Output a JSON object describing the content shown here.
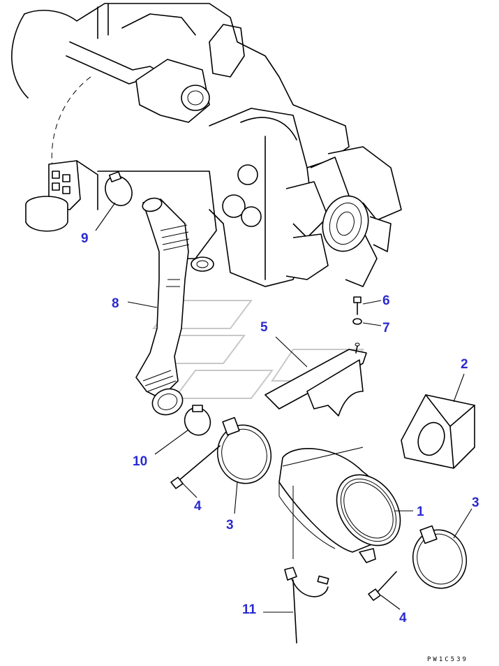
{
  "diagram": {
    "callouts": [
      "1",
      "2",
      "3",
      "3",
      "4",
      "4",
      "5",
      "6",
      "7",
      "8",
      "9",
      "10",
      "11"
    ],
    "drawing_code": "PW1C539"
  },
  "parts": [
    {
      "ref": "1",
      "item": "air-cleaner-body"
    },
    {
      "ref": "2",
      "item": "cushion-block"
    },
    {
      "ref": "3",
      "item": "band-clamp"
    },
    {
      "ref": "4",
      "item": "bolt"
    },
    {
      "ref": "5",
      "item": "bracket"
    },
    {
      "ref": "6",
      "item": "bolt"
    },
    {
      "ref": "7",
      "item": "washer"
    },
    {
      "ref": "8",
      "item": "intake-hose"
    },
    {
      "ref": "9",
      "item": "hose-clamp"
    },
    {
      "ref": "10",
      "item": "hose-clamp"
    },
    {
      "ref": "11",
      "item": "dust-indicator-harness"
    }
  ],
  "colors": {
    "callout": "#2a2ad0",
    "line": "#000000",
    "background": "#ffffff"
  }
}
